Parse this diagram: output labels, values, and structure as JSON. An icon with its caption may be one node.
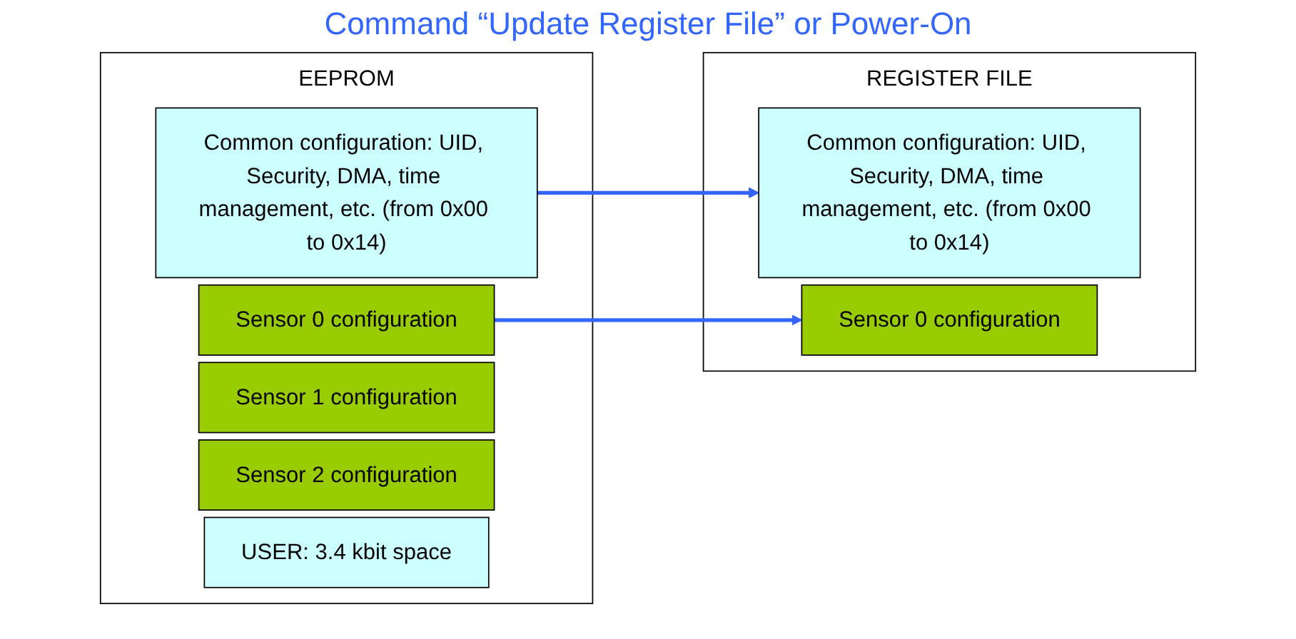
{
  "diagram": {
    "title": "Command “Update Register File” or Power-On",
    "nodes": [
      {
        "text": [
          "EEPROM"
        ]
      },
      {
        "text": [
          "Common configuration: UID, Security, DMA, time management, etc. (from 0x00 to 0x14)"
        ],
        "in": 0
      },
      {
        "text": [
          "Sensor 0 configuration"
        ],
        "in": 0
      },
      {
        "text": [
          "Sensor 1 configuration"
        ],
        "in": 0
      },
      {
        "text": [
          "Sensor 2 configuration"
        ],
        "in": 0
      },
      {
        "text": [
          "USER: 3.4 kbit space"
        ],
        "in": 0
      },
      {
        "text": [
          "REGISTER FILE"
        ]
      },
      {
        "text": [
          "Common configuration: UID, Security, DMA, time management, etc. (from 0x00 to 0x14)"
        ],
        "in": 6
      },
      {
        "text": [
          "Sensor 0 configuration"
        ],
        "in": 6
      }
    ],
    "edges": [
      {
        "from": 1,
        "to": 7,
        "arrow": "to"
      },
      {
        "from": 2,
        "to": 8,
        "arrow": "to"
      }
    ]
  }
}
